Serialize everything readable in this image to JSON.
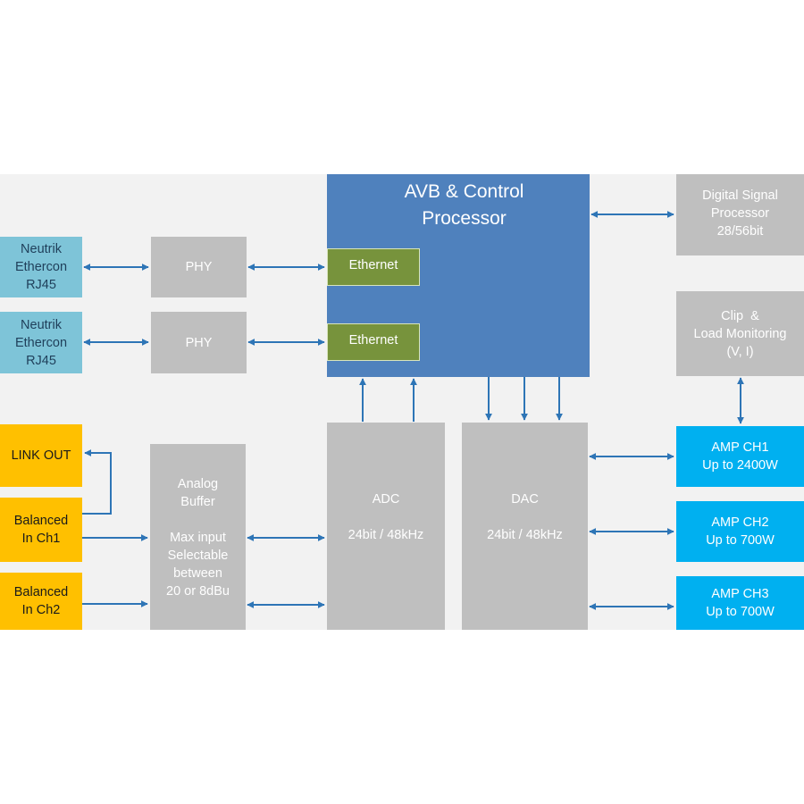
{
  "avb": {
    "title_line1": "AVB & Control",
    "title_line2": "Processor"
  },
  "ethernet": [
    "Ethernet",
    "Ethernet"
  ],
  "phy": [
    "PHY",
    "PHY"
  ],
  "neutrik": [
    {
      "l1": "Neutrik",
      "l2": "Ethercon",
      "l3": "RJ45"
    },
    {
      "l1": "Neutrik",
      "l2": "Ethercon",
      "l3": "RJ45"
    }
  ],
  "dsp": {
    "l1": "Digital Signal",
    "l2": "Processor",
    "l3": "28/56bit"
  },
  "clip": {
    "l1": "Clip  &",
    "l2": "Load Monitoring",
    "l3": "(V, I)"
  },
  "link_out": "LINK OUT",
  "balanced": [
    {
      "l1": "Balanced",
      "l2": "In Ch1"
    },
    {
      "l1": "Balanced",
      "l2": "In Ch2"
    }
  ],
  "analog": {
    "l1": "Analog",
    "l2": "Buffer",
    "l3": "Max input",
    "l4": "Selectable",
    "l5": "between",
    "l6": "20 or 8dBu"
  },
  "adc": {
    "name": "ADC",
    "spec": "24bit / 48kHz"
  },
  "dac": {
    "name": "DAC",
    "spec": "24bit / 48kHz"
  },
  "amps": [
    {
      "name": "AMP CH1",
      "power": "Up to 2400W"
    },
    {
      "name": "AMP CH2",
      "power": "Up to 700W"
    },
    {
      "name": "AMP CH3",
      "power": "Up to 700W"
    }
  ],
  "colors": {
    "processor": "#4f81bd",
    "ethernet": "#77933c",
    "block": "#bfbfbf",
    "connector": "#7ec4d8",
    "input": "#ffc000",
    "amp": "#00b0f0",
    "arrow": "#2e75b6"
  }
}
